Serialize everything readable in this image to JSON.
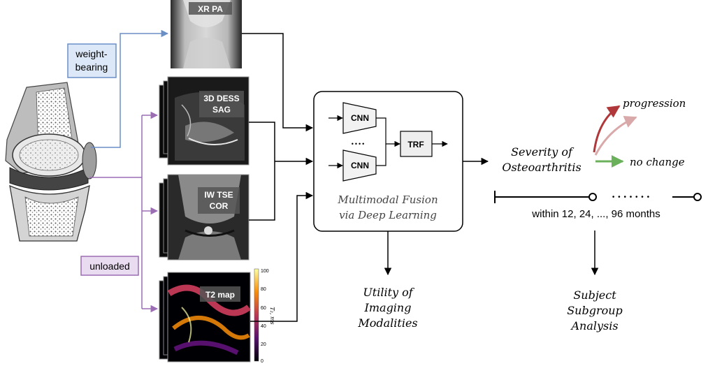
{
  "labels": {
    "weight_bearing_line1": "weight-",
    "weight_bearing_line2": "bearing",
    "unloaded": "unloaded",
    "xr": "XR PA",
    "dess_line1": "3D DESS",
    "dess_line2": "SAG",
    "tse_line1": "IW TSE",
    "tse_line2": "COR",
    "t2": "T2 map",
    "colorbar_max": "100",
    "colorbar_t80": "80",
    "colorbar_t60": "60",
    "colorbar_t40": "40",
    "colorbar_t20": "20",
    "colorbar_min": "0",
    "colorbar_label": "T₂, ms",
    "cnn_top": "CNN",
    "cnn_bottom": "CNN",
    "dots_between": "••••",
    "trf": "TRF",
    "fusion_line1": "Multimodal Fusion",
    "fusion_line2": "via Deep Learning",
    "utility_line1": "Utility of",
    "utility_line2": "Imaging",
    "utility_line3": "Modalities",
    "severity_line1": "Severity of",
    "severity_line2": "Osteoarthritis",
    "progression": "progression",
    "no_change": "no  change",
    "timeline_dots": "• • • • • • •",
    "within": "within 12, 24, ..., 96 months",
    "subject_line1": "Subject",
    "subject_line2": "Subgroup",
    "subject_line3": "Analysis"
  },
  "colors": {
    "weight_bearing_box_fill": "#dce8f7",
    "weight_bearing_border": "#6a8fc7",
    "unloaded_box_fill": "#eadcf0",
    "unloaded_border": "#9b6db3",
    "progression_arrow": "#b0383a",
    "progression_arrow_light": "#d9a9a9",
    "no_change_arrow": "#6bb05a"
  }
}
